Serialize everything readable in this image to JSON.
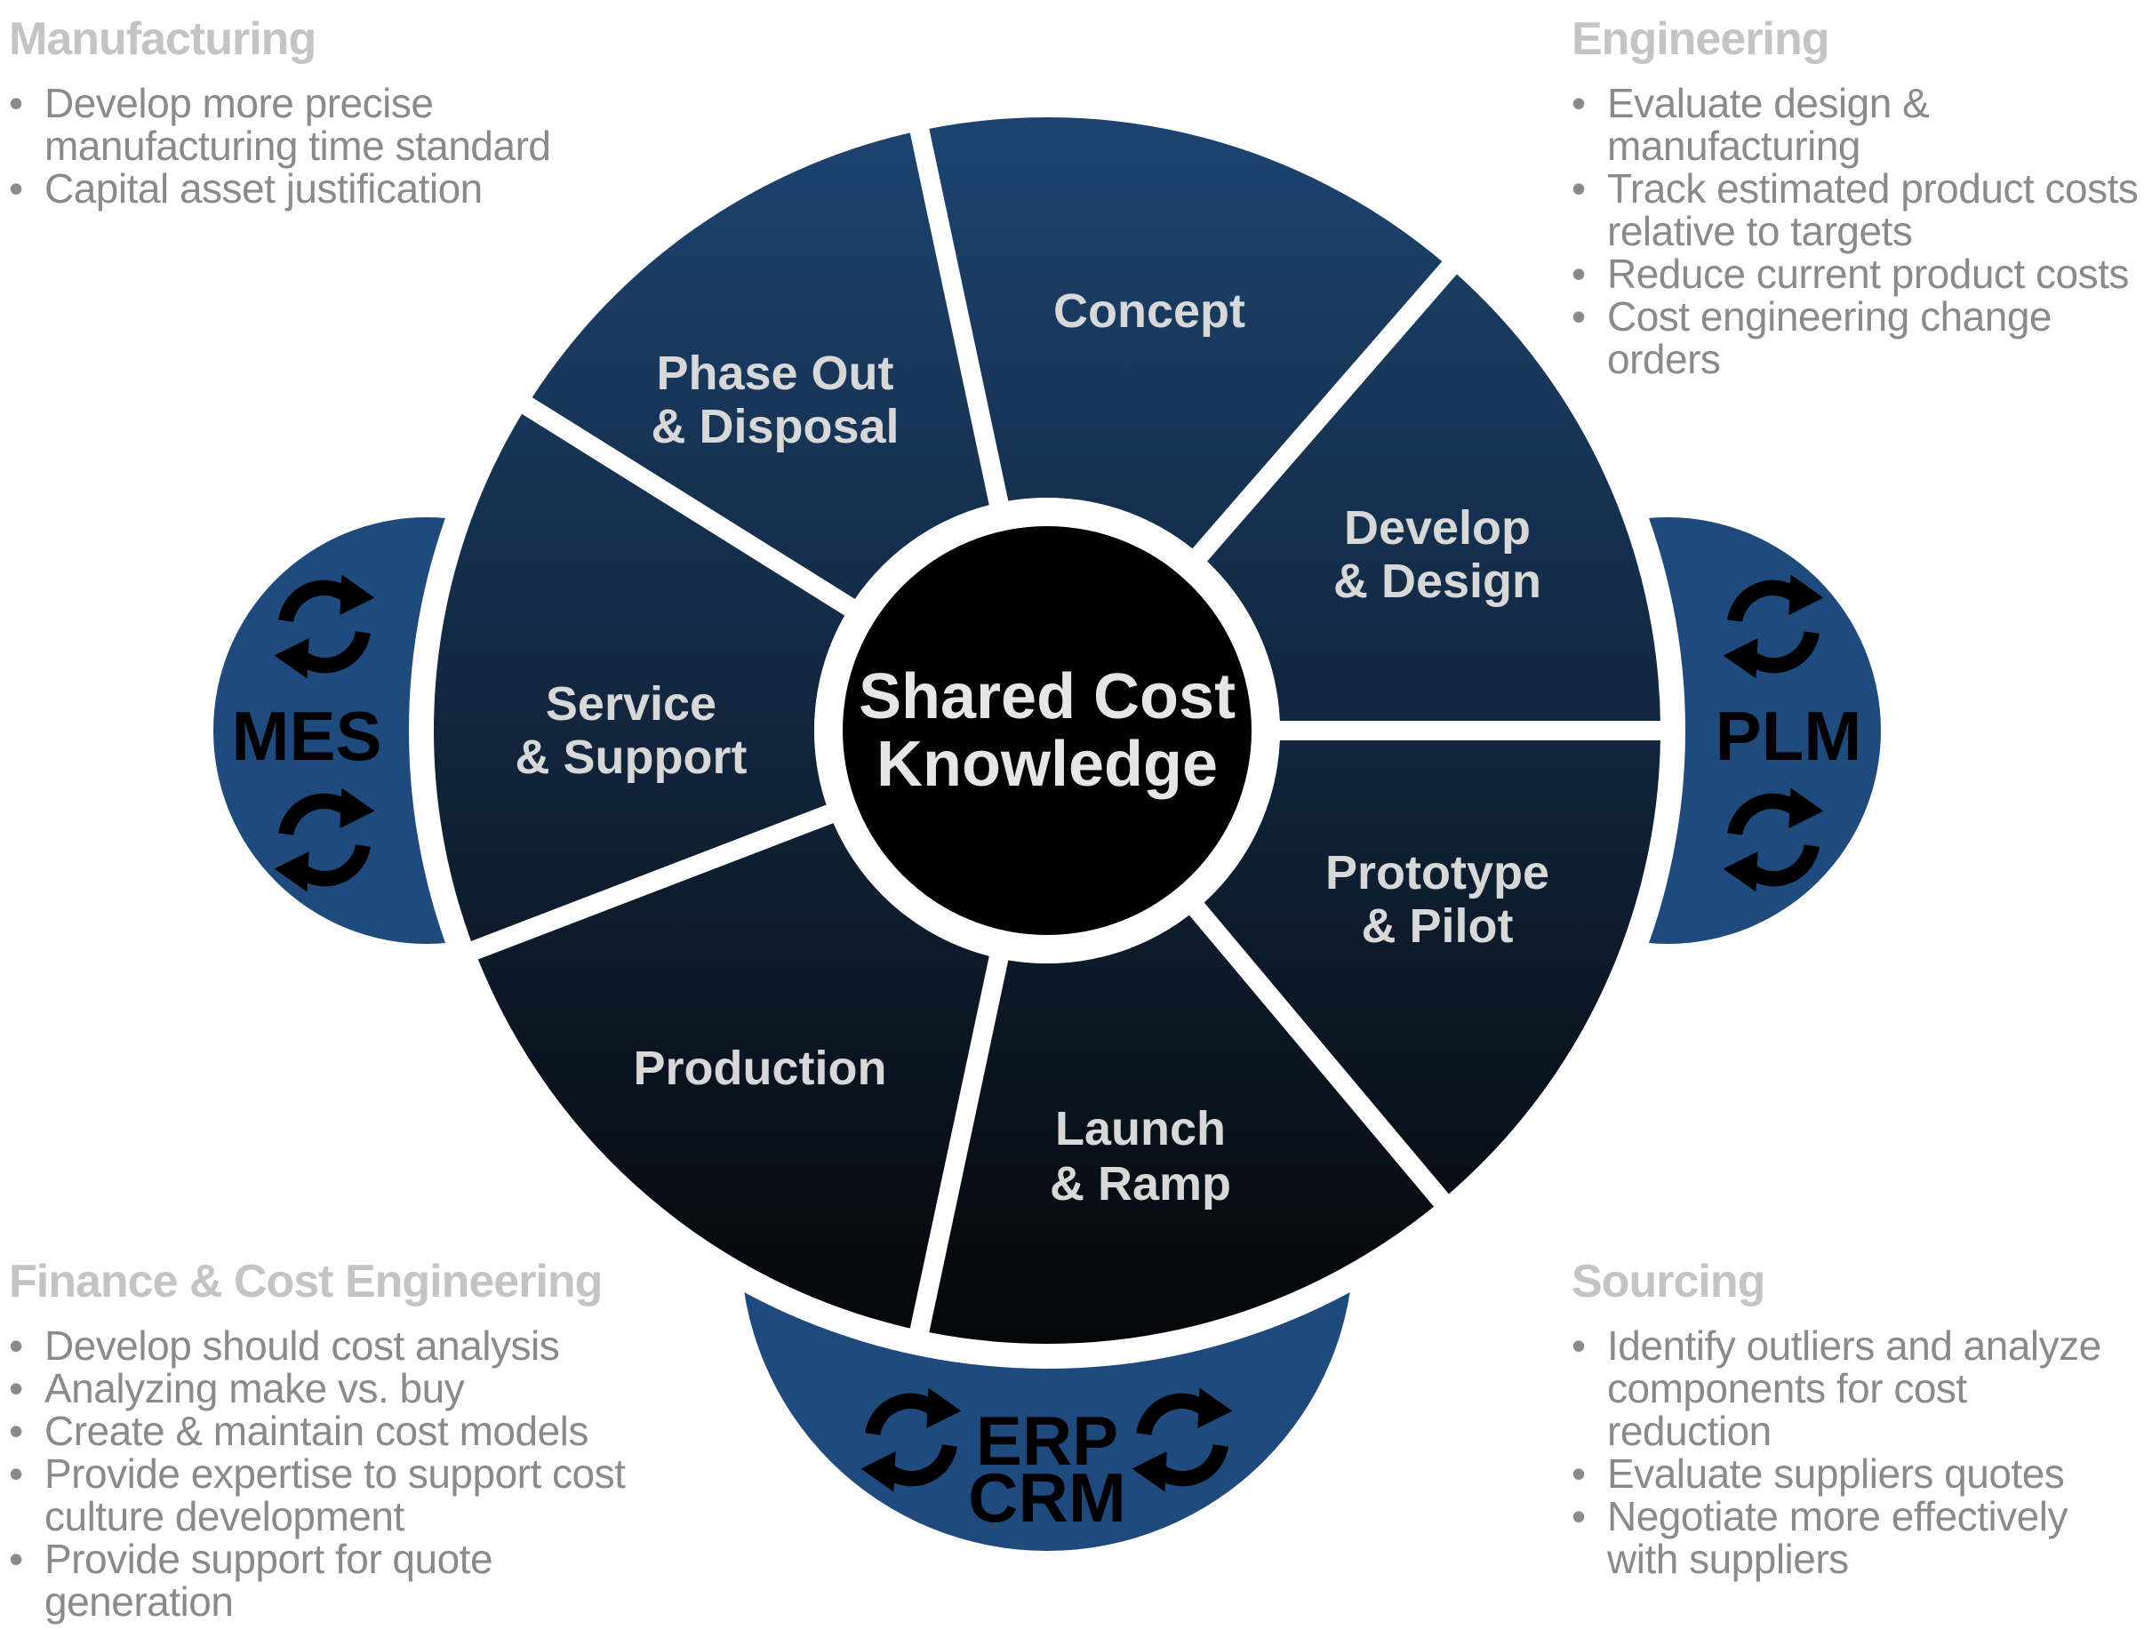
{
  "panels": {
    "manufacturing": {
      "title": "Manufacturing",
      "items": [
        "Develop more precise manufacturing time standard",
        "Capital asset justification"
      ]
    },
    "engineering": {
      "title": "Engineering",
      "items": [
        "Evaluate design & manufacturing",
        "Track estimated product costs relative to targets",
        "Reduce current product costs",
        "Cost engineering change orders"
      ]
    },
    "finance": {
      "title": "Finance & Cost Engineering",
      "items": [
        "Develop should cost analysis",
        "Analyzing make vs. buy",
        "Create & maintain cost models",
        "Provide expertise to support cost culture development",
        "Provide support for quote generation"
      ]
    },
    "sourcing": {
      "title": "Sourcing",
      "items": [
        "Identify outliers and analyze components for cost reduction",
        "Evaluate suppliers quotes",
        "Negotiate more effectively with suppliers"
      ]
    }
  },
  "wheel": {
    "center": {
      "line1": "Shared Cost",
      "line2": "Knowledge"
    },
    "segments": [
      {
        "line1": "Concept",
        "line2": ""
      },
      {
        "line1": "Develop",
        "line2": "& Design"
      },
      {
        "line1": "Prototype",
        "line2": "& Pilot"
      },
      {
        "line1": "Launch",
        "line2": "& Ramp"
      },
      {
        "line1": "Production",
        "line2": ""
      },
      {
        "line1": "Service",
        "line2": "& Support"
      },
      {
        "line1": "Phase Out",
        "line2": "& Disposal"
      }
    ]
  },
  "systems": {
    "left": {
      "line1": "MES"
    },
    "right": {
      "line1": "PLM"
    },
    "bottom": {
      "line1": "ERP",
      "line2": "CRM"
    }
  },
  "colors": {
    "segment_top": "#1d4470",
    "segment_bottom": "#050608",
    "system_blue": "#1f4a7e",
    "center": "#000000"
  },
  "icons": [
    "sync-icon"
  ]
}
